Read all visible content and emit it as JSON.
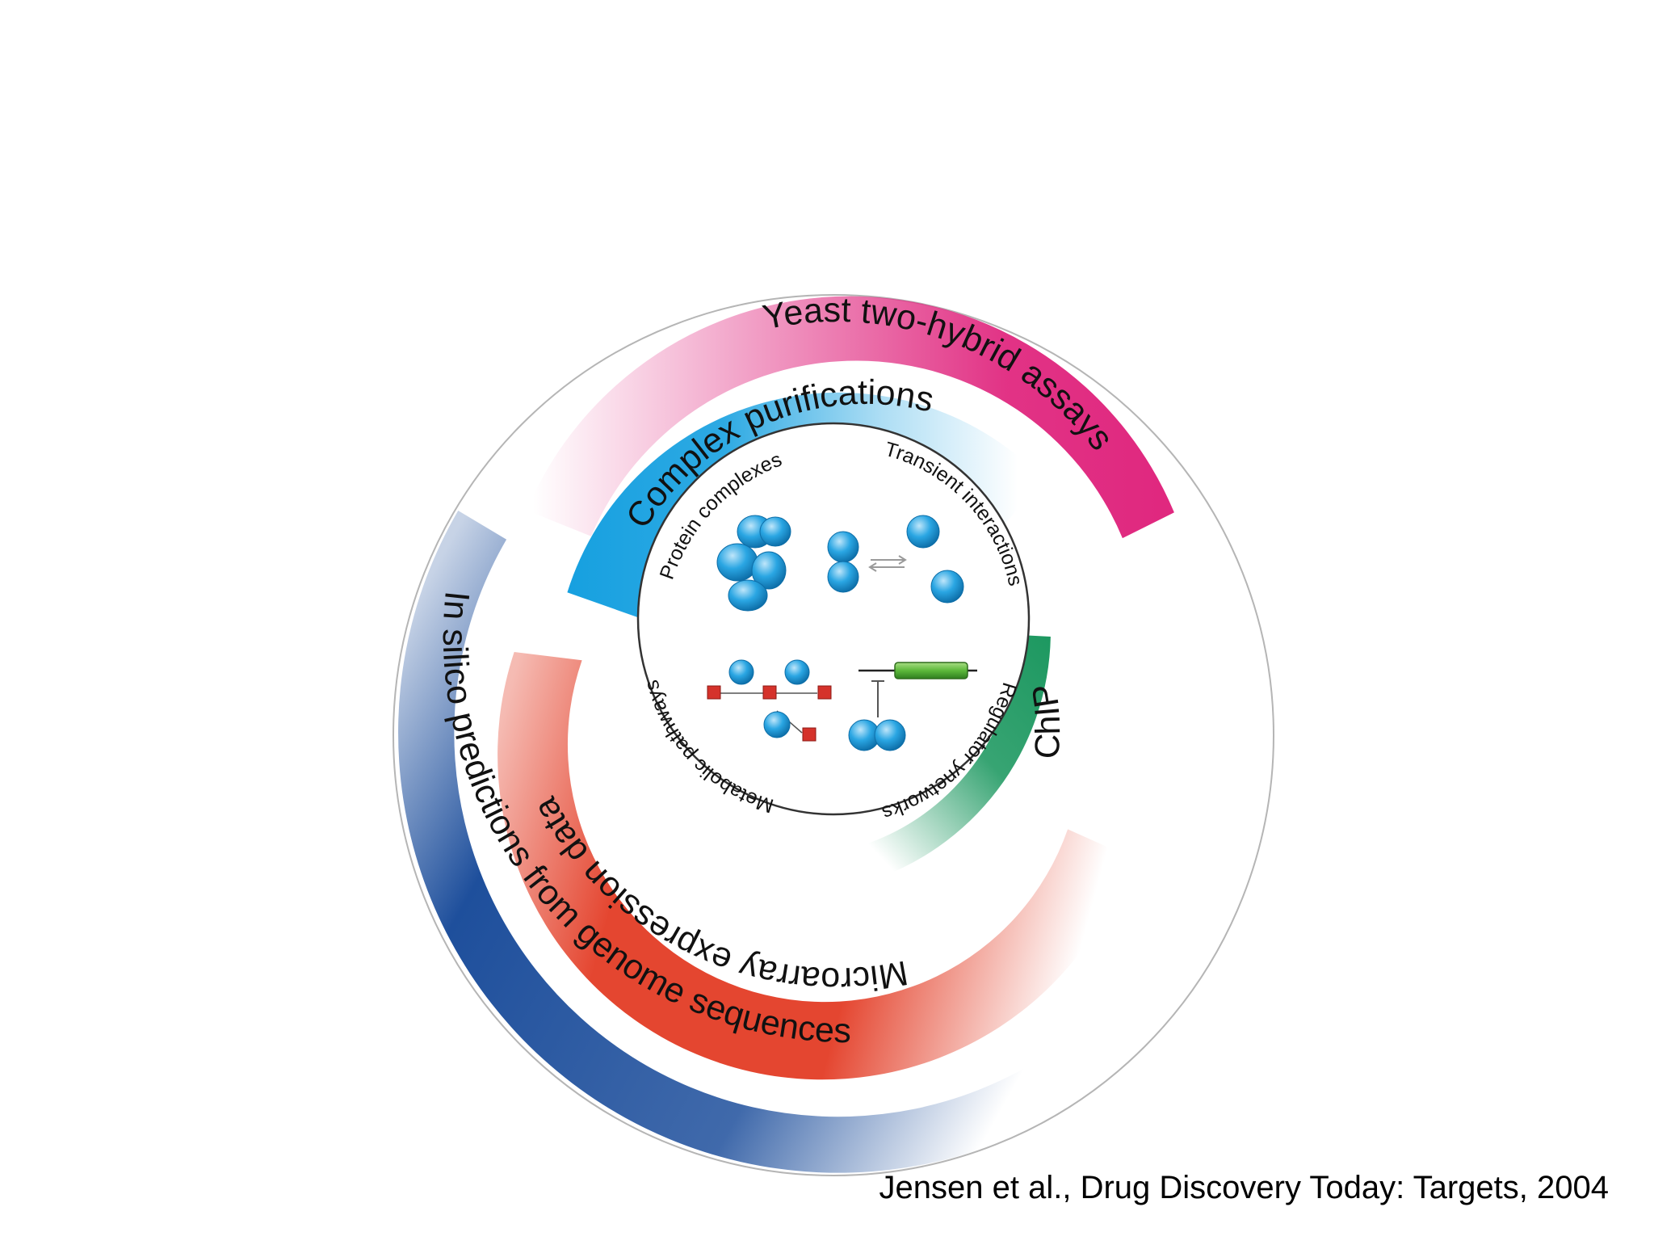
{
  "diagram": {
    "rings": {
      "yeast": {
        "label": "Yeast two-hybrid assays",
        "color": "#e0287f"
      },
      "complex": {
        "label": "Complex purifications",
        "color": "#16a0e0"
      },
      "chip": {
        "label": "ChIP",
        "color": "#14945a"
      },
      "microarray": {
        "label": "Microarray expression data",
        "color": "#e33c25"
      },
      "insilico": {
        "label": "In silico predictions from genome sequences",
        "color": "#1e4f9c"
      }
    },
    "inner": {
      "protein_complexes": "Protein complexes",
      "transient_interactions": "Transient interactions",
      "regulatory_networks": "Regulator ynetworks",
      "metabolic_pathways": "Metabolic pathways"
    },
    "colors": {
      "protein": "#2aa6e3",
      "metabolite": "#d5322b",
      "gene": "#5cb83a"
    }
  },
  "caption": "Jensen et al., Drug Discovery Today: Targets, 2004"
}
